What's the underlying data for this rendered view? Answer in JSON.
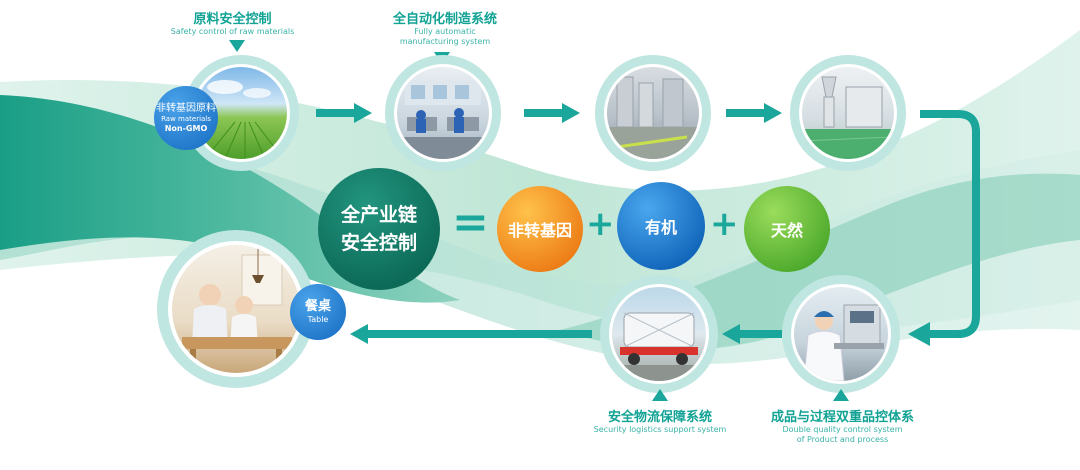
{
  "colors": {
    "teal": "#1aa69a",
    "ring": "#bfe6e1",
    "wave_dark": "#2fae9a",
    "wave_light": "#bfe6d6",
    "orange": "#f39a1d",
    "blue": "#1b7fd0",
    "green": "#6cbf3a",
    "dark_green": "#0f7a66"
  },
  "steps": {
    "raw_materials": {
      "cn": "原料安全控制",
      "en": "Safety control of raw materials"
    },
    "manufacturing": {
      "cn": "全自动化制造系统",
      "en1": "Fully automatic",
      "en2": "manufacturing system"
    },
    "logistics": {
      "cn": "安全物流保障系统",
      "en": "Security logistics support system"
    },
    "quality": {
      "cn": "成品与过程双重品控体系",
      "en1": "Double quality control system",
      "en2": "of Product and process"
    }
  },
  "badges": {
    "non_gmo": {
      "cn": "非转基因原料",
      "en1": "Raw materials",
      "en2": "Non-GMO"
    },
    "table": {
      "cn": "餐桌",
      "en": "Table"
    }
  },
  "formula": {
    "main_line1": "全产业链",
    "main_line2": "安全控制",
    "equals": "=",
    "plus": "+",
    "term1": "非转基因",
    "term2": "有机",
    "term3": "天然"
  },
  "icons": [
    "arrow-right-icon",
    "arrow-left-icon",
    "arrow-down-icon",
    "arrow-up-icon"
  ]
}
